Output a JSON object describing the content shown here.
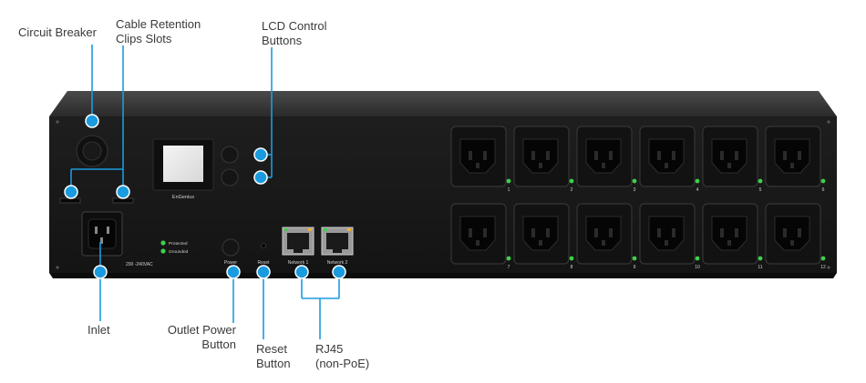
{
  "callouts": {
    "circuit_breaker": [
      "Circuit Breaker"
    ],
    "cable_clips": [
      "Cable Retention",
      "Clips Slots"
    ],
    "lcd_buttons": [
      "LCD Control",
      "Buttons"
    ],
    "inlet": [
      "Inlet"
    ],
    "outlet_power": [
      "Outlet Power",
      "Button"
    ],
    "reset": [
      "Reset",
      "Button"
    ],
    "rj45": [
      "RJ45",
      "(non-PoE)"
    ]
  },
  "panel": {
    "brand": "EnGenius",
    "led_protected": "Protected",
    "led_grounded": "Grounded",
    "voltage": "200 -240VAC",
    "power_label": "Power",
    "reset_label": "Reset",
    "network1_label": "Network 1",
    "network2_label": "Network 2"
  },
  "outlets": [
    "1",
    "2",
    "3",
    "4",
    "5",
    "6",
    "7",
    "8",
    "9",
    "10",
    "11",
    "12"
  ],
  "colors": {
    "accent": "#1a9be0",
    "chassis": "#1c1c1c",
    "chassis_top": "#3a3a3a",
    "led_green": "#3fcf4a",
    "text": "#3a3a3a"
  }
}
